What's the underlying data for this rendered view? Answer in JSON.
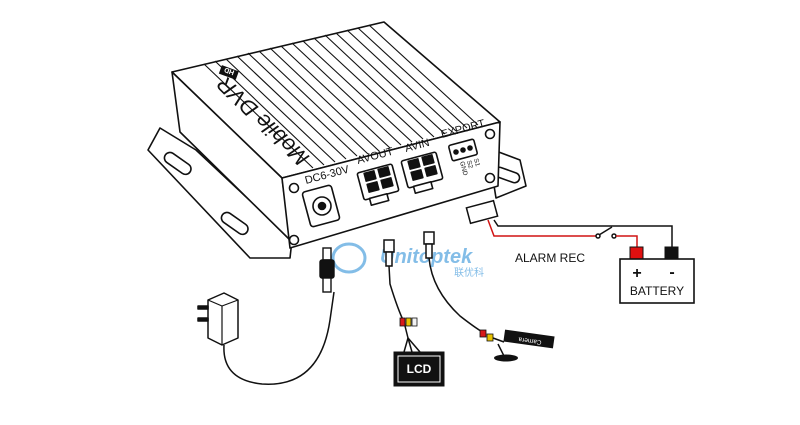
{
  "device": {
    "brand_plate": "HD",
    "model_text": "Mobile DVR",
    "ports": {
      "dc": "DC6-30V",
      "avout": "AVOUT",
      "avin": "AVIN",
      "export": "EXPORT"
    },
    "pin_labels": [
      "GND",
      "S2",
      "S1"
    ]
  },
  "watermark": {
    "name": "Unitoptek",
    "sub": "联优科"
  },
  "alarm": {
    "label": "ALARM REC"
  },
  "battery": {
    "plus": "+",
    "minus": "-",
    "label": "BATTERY"
  },
  "lcd": {
    "label": "LCD"
  },
  "camera": {
    "label": "Camera"
  },
  "colors": {
    "line": "#111111",
    "wire_red": "#d11414",
    "terminal_red": "#e01010",
    "terminal_black": "#111111",
    "watermark": "#5aa7e0",
    "lcd_fill": "#111111",
    "rca_red": "#d81a1a",
    "rca_yellow": "#e8c200",
    "rca_white": "#f2f2f2"
  },
  "icons": [
    "power-adapter-icon",
    "dc-plug-icon",
    "switch-icon",
    "camera-icon"
  ]
}
